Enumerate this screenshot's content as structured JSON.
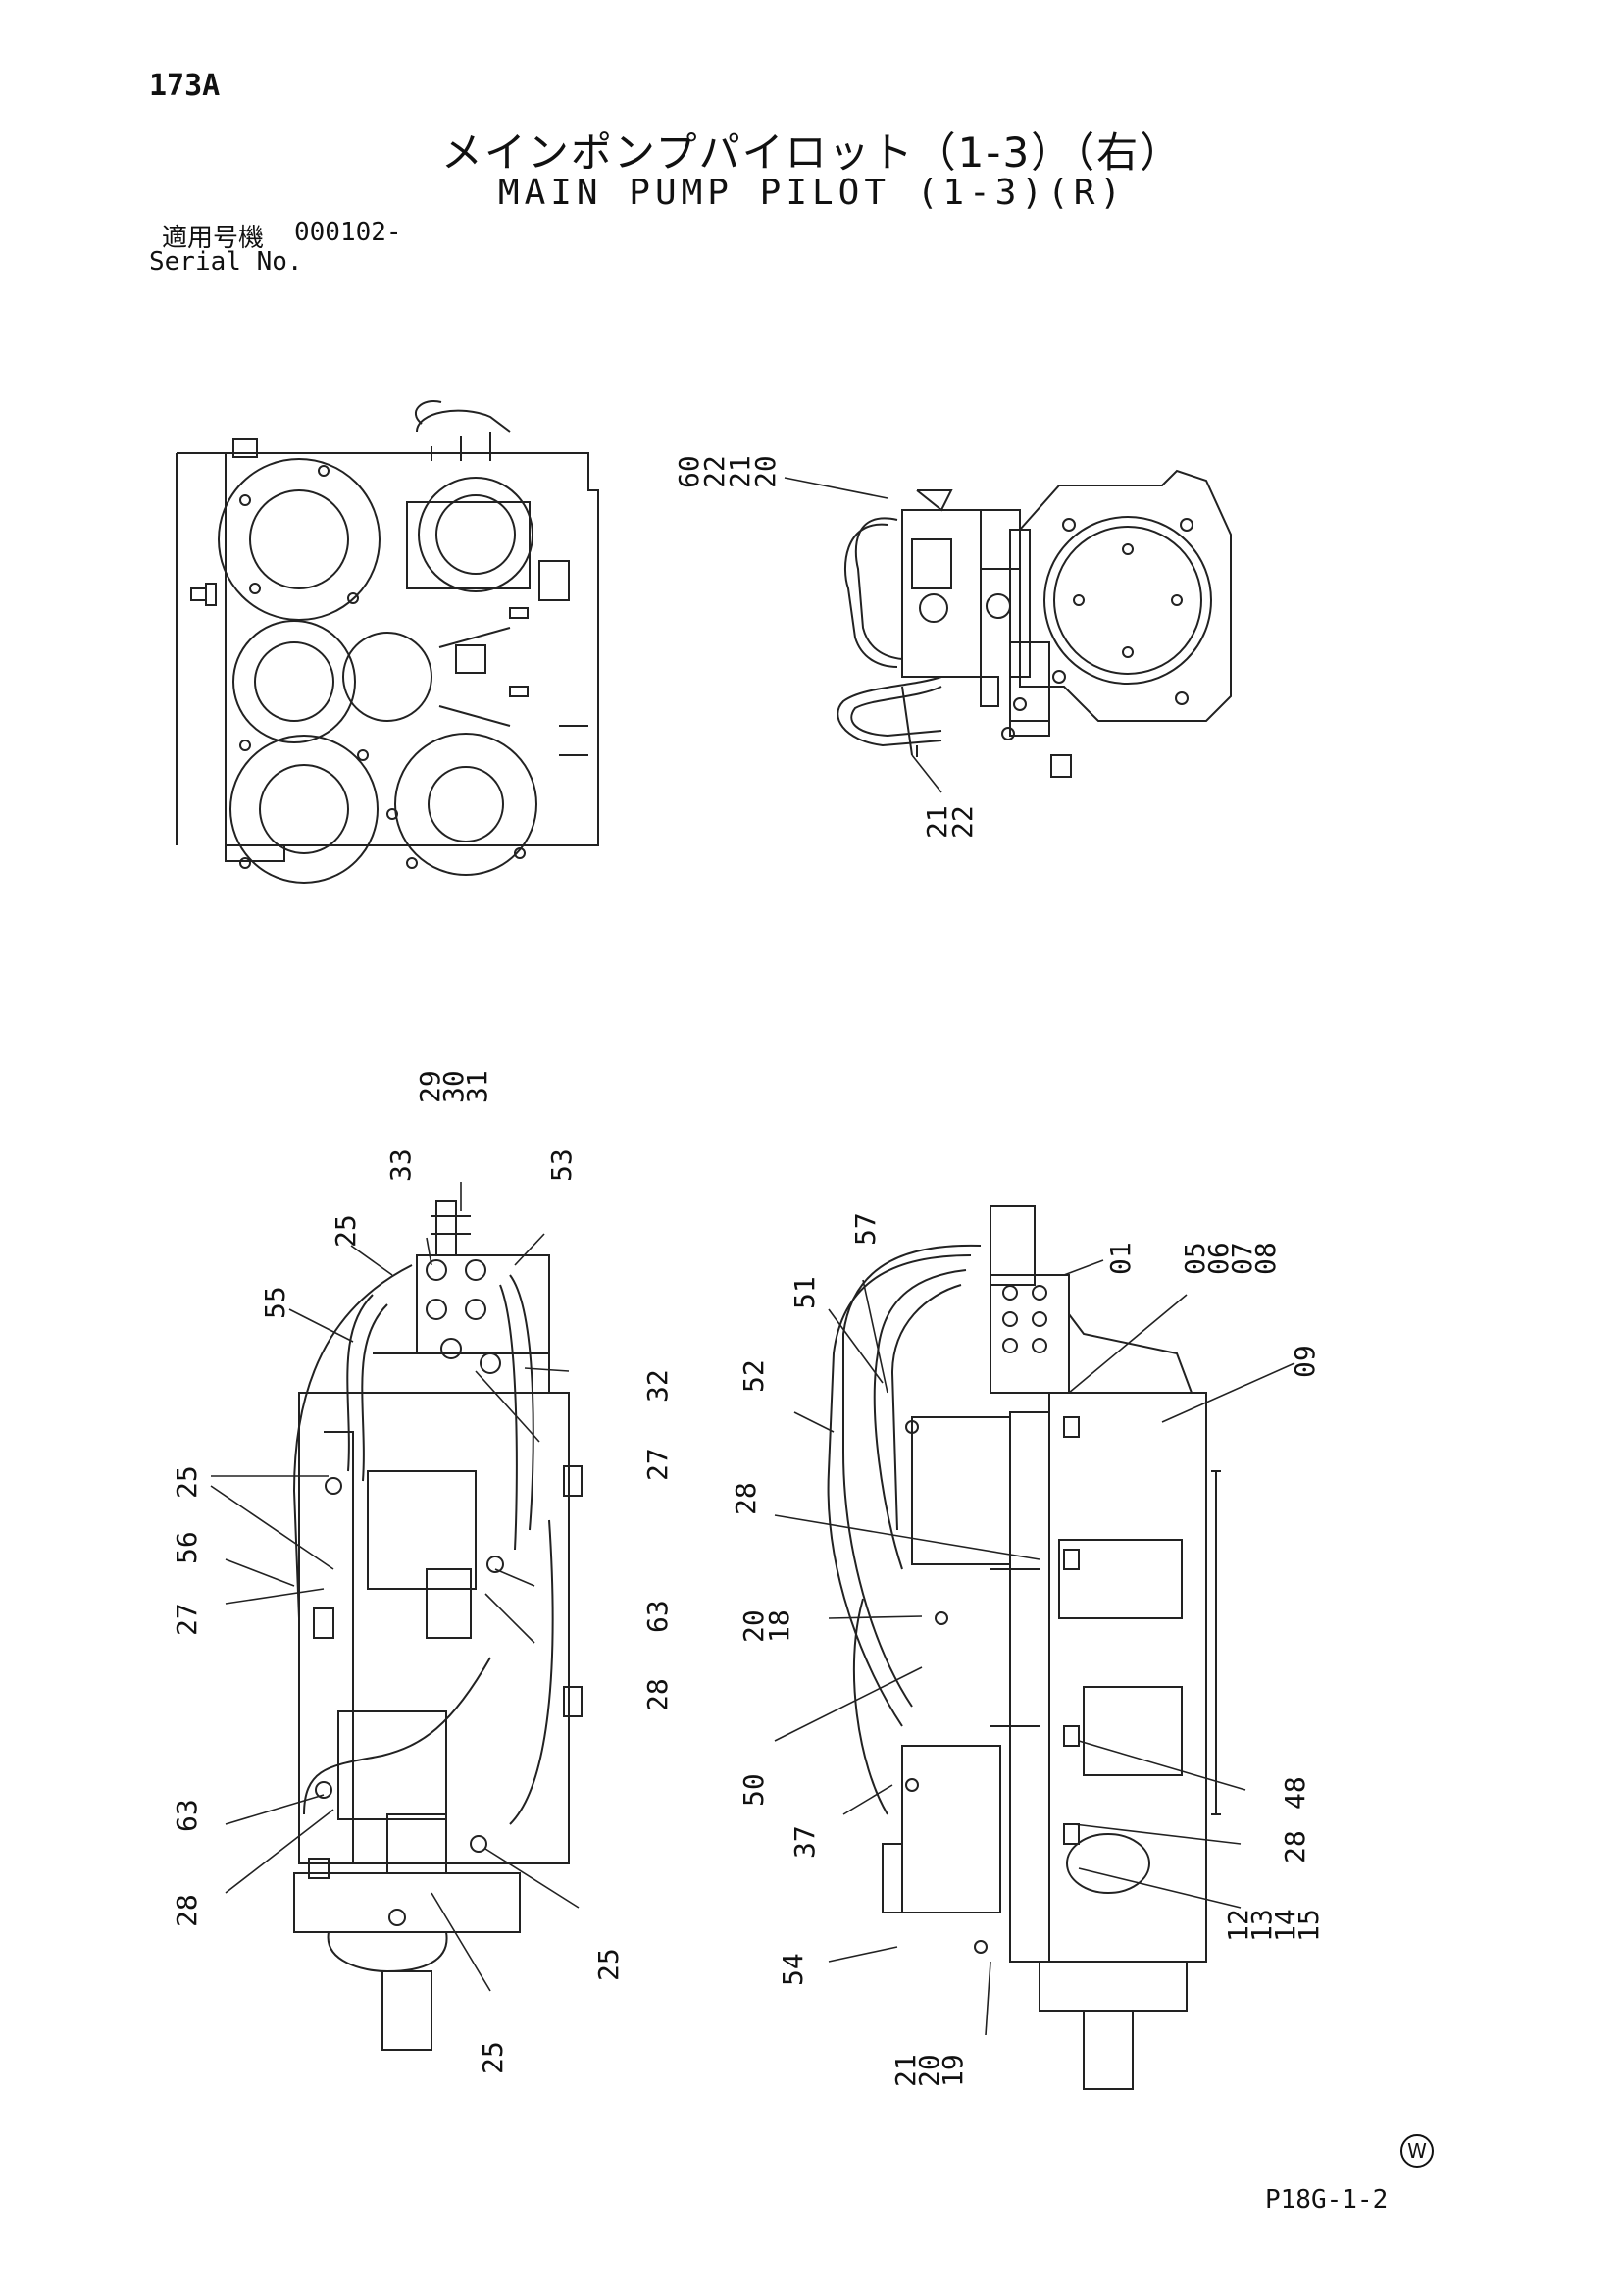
{
  "header": {
    "page_code": "173A",
    "title_jp": "メインポンプパイロット（1-3）（右）",
    "title_en": "MAIN PUMP PILOT (1-3)(R)",
    "serial_label_jp": "適用号機",
    "serial_value": "000102-",
    "serial_label_en": "Serial No."
  },
  "footer": {
    "mark": "W",
    "drawing_no": "P18G-1-2"
  },
  "callouts": {
    "view_tr_top": [
      "60",
      "22",
      "21",
      "20"
    ],
    "view_tr_bottom": [
      "21",
      "22"
    ],
    "view_bl": {
      "top_group": [
        "29",
        "30",
        "31"
      ],
      "c33": "33",
      "c53": "53",
      "c25a": "25",
      "c55": "55",
      "c32": "32",
      "c27a": "27",
      "c25b": "25",
      "c56": "56",
      "c27b": "27",
      "c63a": "63",
      "c28a": "28",
      "c63b": "63",
      "c28b": "28",
      "c25c": "25",
      "c25d": "25"
    },
    "view_br": {
      "c57": "57",
      "c51": "51",
      "c52": "52",
      "c01": "01",
      "group_05": [
        "05",
        "06",
        "07",
        "08"
      ],
      "c09": "09",
      "c28a": "28",
      "group_20": [
        "20",
        "18"
      ],
      "c50": "50",
      "c48": "48",
      "c37": "37",
      "c28b": "28",
      "group_12": [
        "12",
        "13",
        "14",
        "15"
      ],
      "c54": "54",
      "group_21": [
        "21",
        "20",
        "19"
      ]
    }
  }
}
